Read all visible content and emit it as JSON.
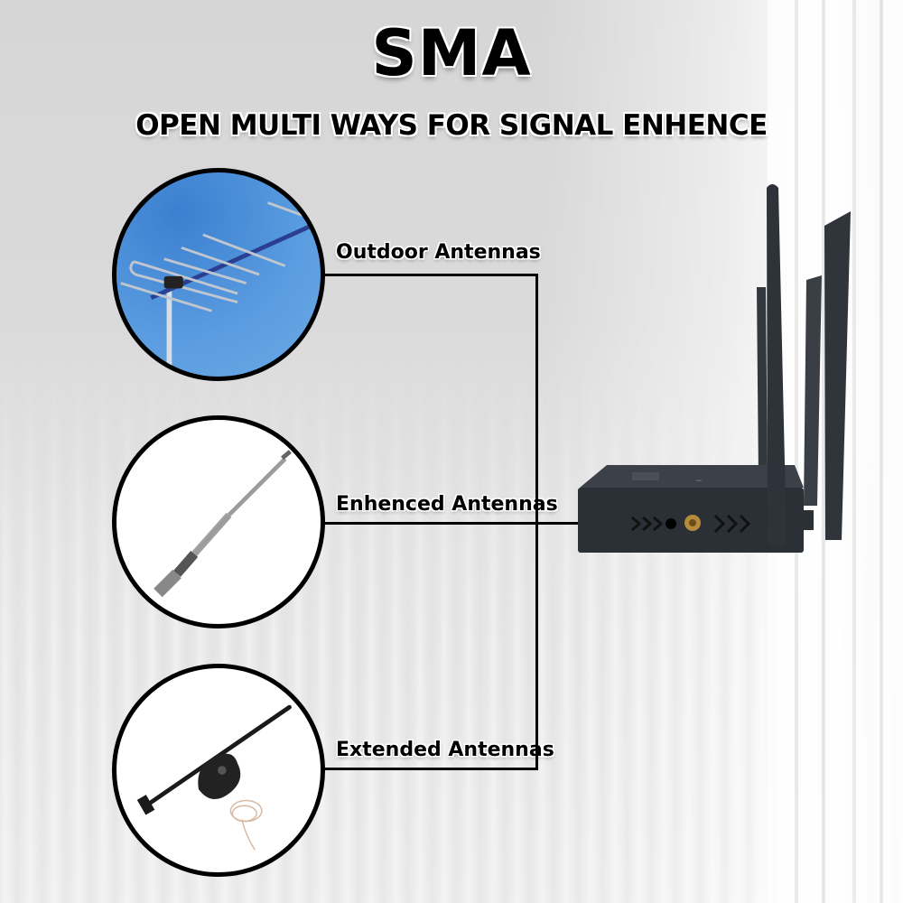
{
  "header": {
    "title": "SMA",
    "subtitle": "OPEN MULTI WAYS FOR SIGNAL ENHENCE"
  },
  "options": [
    {
      "id": "outdoor",
      "label": "Outdoor Antennas",
      "image": "yagi-antenna-on-blue-sky"
    },
    {
      "id": "enhanced",
      "label": "Enhenced Antennas",
      "image": "telescopic-silver-antenna"
    },
    {
      "id": "extended",
      "label": "Extended Antennas",
      "image": "black-antenna-with-magnetic-base-and-cable"
    }
  ],
  "product": {
    "name": "router",
    "port_label": "SMA connector",
    "arrow_glyph": ">>>",
    "antenna_count": 4
  },
  "colors": {
    "connector_line": "#000000",
    "router_body": "#2b2f36",
    "sky_blue": "#4a8fd8",
    "sma_gold": "#b58a3a"
  }
}
